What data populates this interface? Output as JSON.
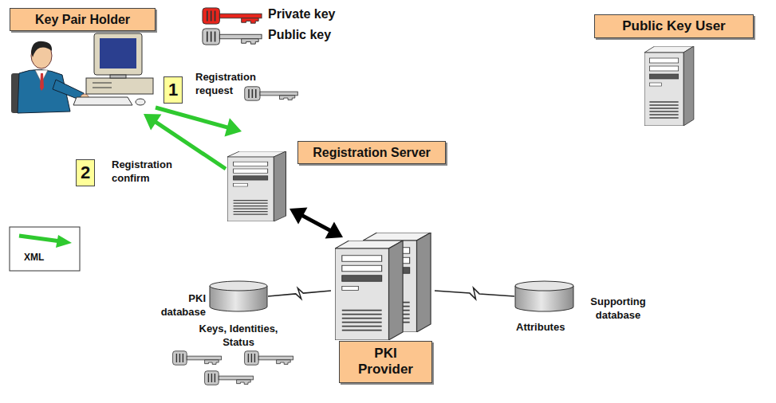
{
  "diagram": {
    "nodes": [
      {
        "text": [
          "Key Pair Holder"
        ]
      },
      {
        "text": [
          "Public Key User"
        ]
      },
      {
        "text": [
          "Registration Server"
        ]
      },
      {
        "text": [
          "PKI Provider"
        ]
      },
      {
        "text": [
          "PKI database",
          "Keys, Identities, Status"
        ]
      },
      {
        "text": [
          "Supporting database",
          "Attributes"
        ]
      }
    ],
    "edges": [
      {
        "from": 0,
        "to": 2,
        "arrow": "to",
        "label": "Registration request"
      },
      {
        "from": 2,
        "to": 0,
        "arrow": "to",
        "label": "Registration confirm"
      },
      {
        "from": 2,
        "to": 3,
        "arrow": "both"
      },
      {
        "from": 3,
        "to": 4,
        "arrow": "none"
      },
      {
        "from": 3,
        "to": 5,
        "arrow": "none"
      }
    ],
    "labels": [
      "1",
      "2"
    ],
    "legend": [
      {
        "text": "Private key"
      },
      {
        "text": "Public key"
      },
      {
        "text": "XML"
      }
    ]
  }
}
